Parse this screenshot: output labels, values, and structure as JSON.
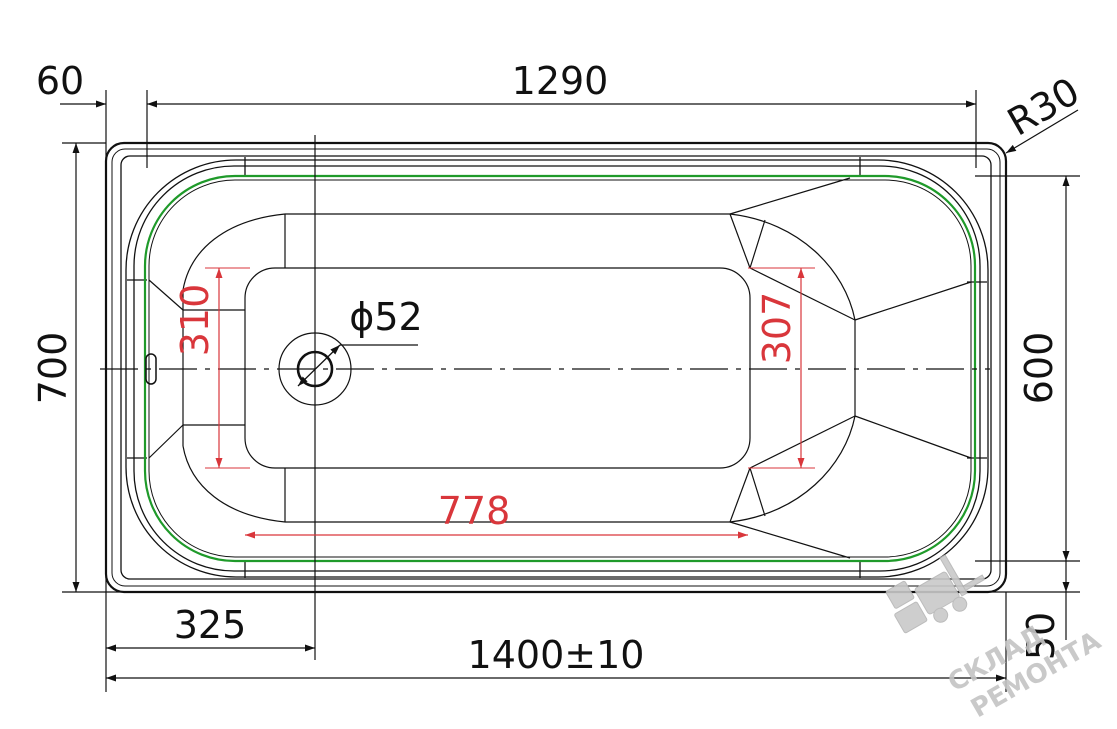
{
  "dimensions": {
    "overall_length": "1400±10",
    "inner_length": "1290",
    "edge_offset": "60",
    "corner_radius": "R30",
    "overall_width": "700",
    "inner_width": "600",
    "bottom_offset": "50",
    "drain_offset": "325",
    "drain_diameter": "ϕ52",
    "floor_length": "778",
    "left_floor_width": "310",
    "right_floor_width": "307"
  },
  "watermark": {
    "line1": "СКЛАД",
    "line2": "РЕМОНТА"
  },
  "colors": {
    "outline": "#111111",
    "dimension_red": "#d9363b",
    "rim_green": "#1f9a2a",
    "watermark": "#c4c4c4"
  }
}
